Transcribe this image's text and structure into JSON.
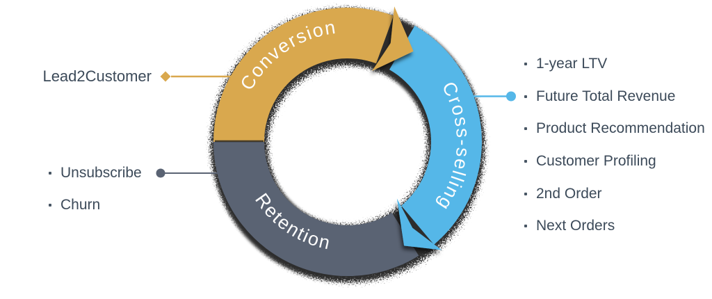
{
  "diagram": {
    "type": "cycle",
    "segments": [
      {
        "label": "Conversion",
        "color": "#D9A84E"
      },
      {
        "label": "Cross-selling",
        "color": "#55B7E8"
      },
      {
        "label": "Retention",
        "color": "#5A6373"
      }
    ],
    "label_color": "#FDFDFD",
    "shadow_color": "#000000"
  },
  "callouts": {
    "text_color": "#3C4A59",
    "lead2customer": {
      "label": "Lead2Customer",
      "connector_color": "#D9A84E"
    },
    "retention_list": {
      "connector_color": "#5A6373",
      "items": [
        "Unsubscribe",
        "Churn"
      ]
    },
    "cross_selling_list": {
      "connector_color": "#55B7E8",
      "items": [
        "1-year LTV",
        "Future Total Revenue",
        "Product Recommendation",
        "Customer Profiling",
        "2nd Order",
        "Next Orders"
      ]
    }
  }
}
